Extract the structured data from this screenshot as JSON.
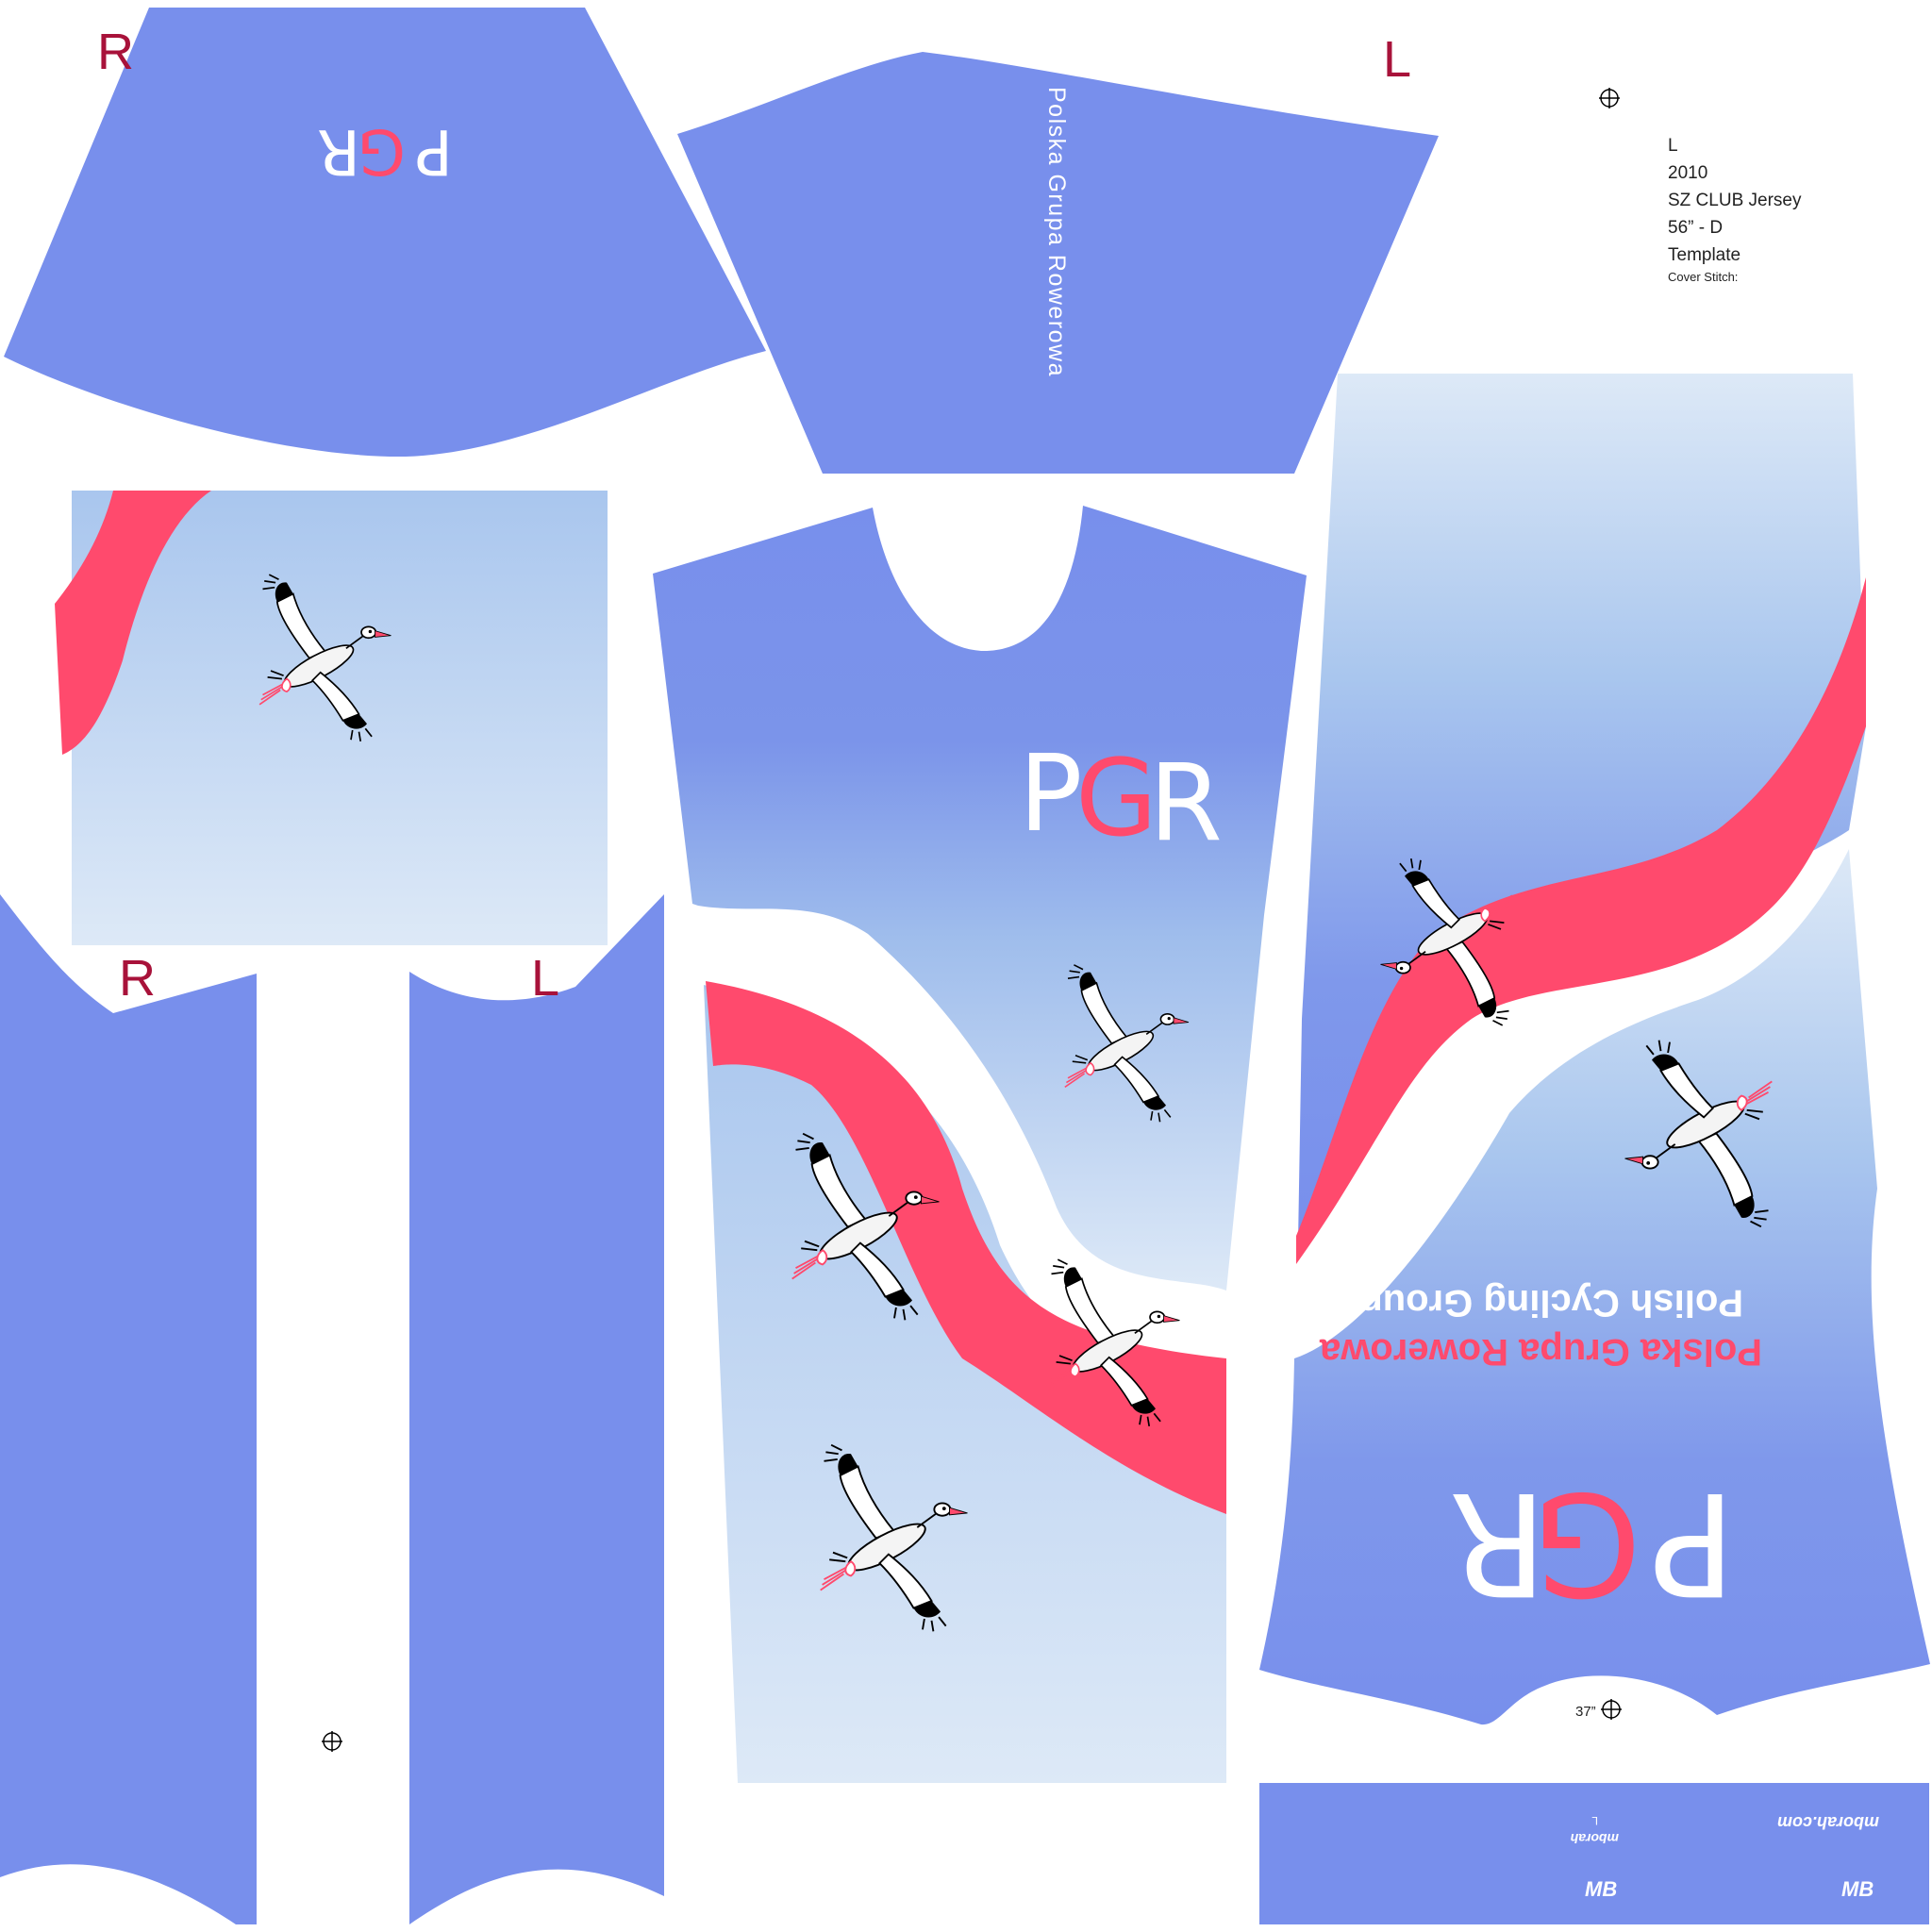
{
  "template_info": {
    "size": "L",
    "year": "2010",
    "product": "SZ CLUB Jersey",
    "spec": "56” - D",
    "kind": "Template",
    "cover_stitch": "Cover Stitch:"
  },
  "panel_marks": {
    "collar_right": "R",
    "collar_left": "L",
    "sleeve_right": "R",
    "sleeve_left": "L"
  },
  "collar_text": "Polska Grupa Rowerowa",
  "logo": {
    "p": "P",
    "g": "G",
    "r": "R"
  },
  "back_text": {
    "line1": "Polska Grupa Rowerowa",
    "line2": "Polish Cycling Group"
  },
  "measure_label": "37”",
  "waistband": {
    "brand_url": "mborah.com",
    "logo_mark": "MB",
    "care_brand": "mborah",
    "care_size": "L"
  },
  "colors": {
    "panel_blue": "#788fec",
    "sky_light": "#dce9f7",
    "sky_mid": "#aac7ee",
    "polish_red": "#ff4a6d",
    "mark_red": "#a8123a"
  }
}
